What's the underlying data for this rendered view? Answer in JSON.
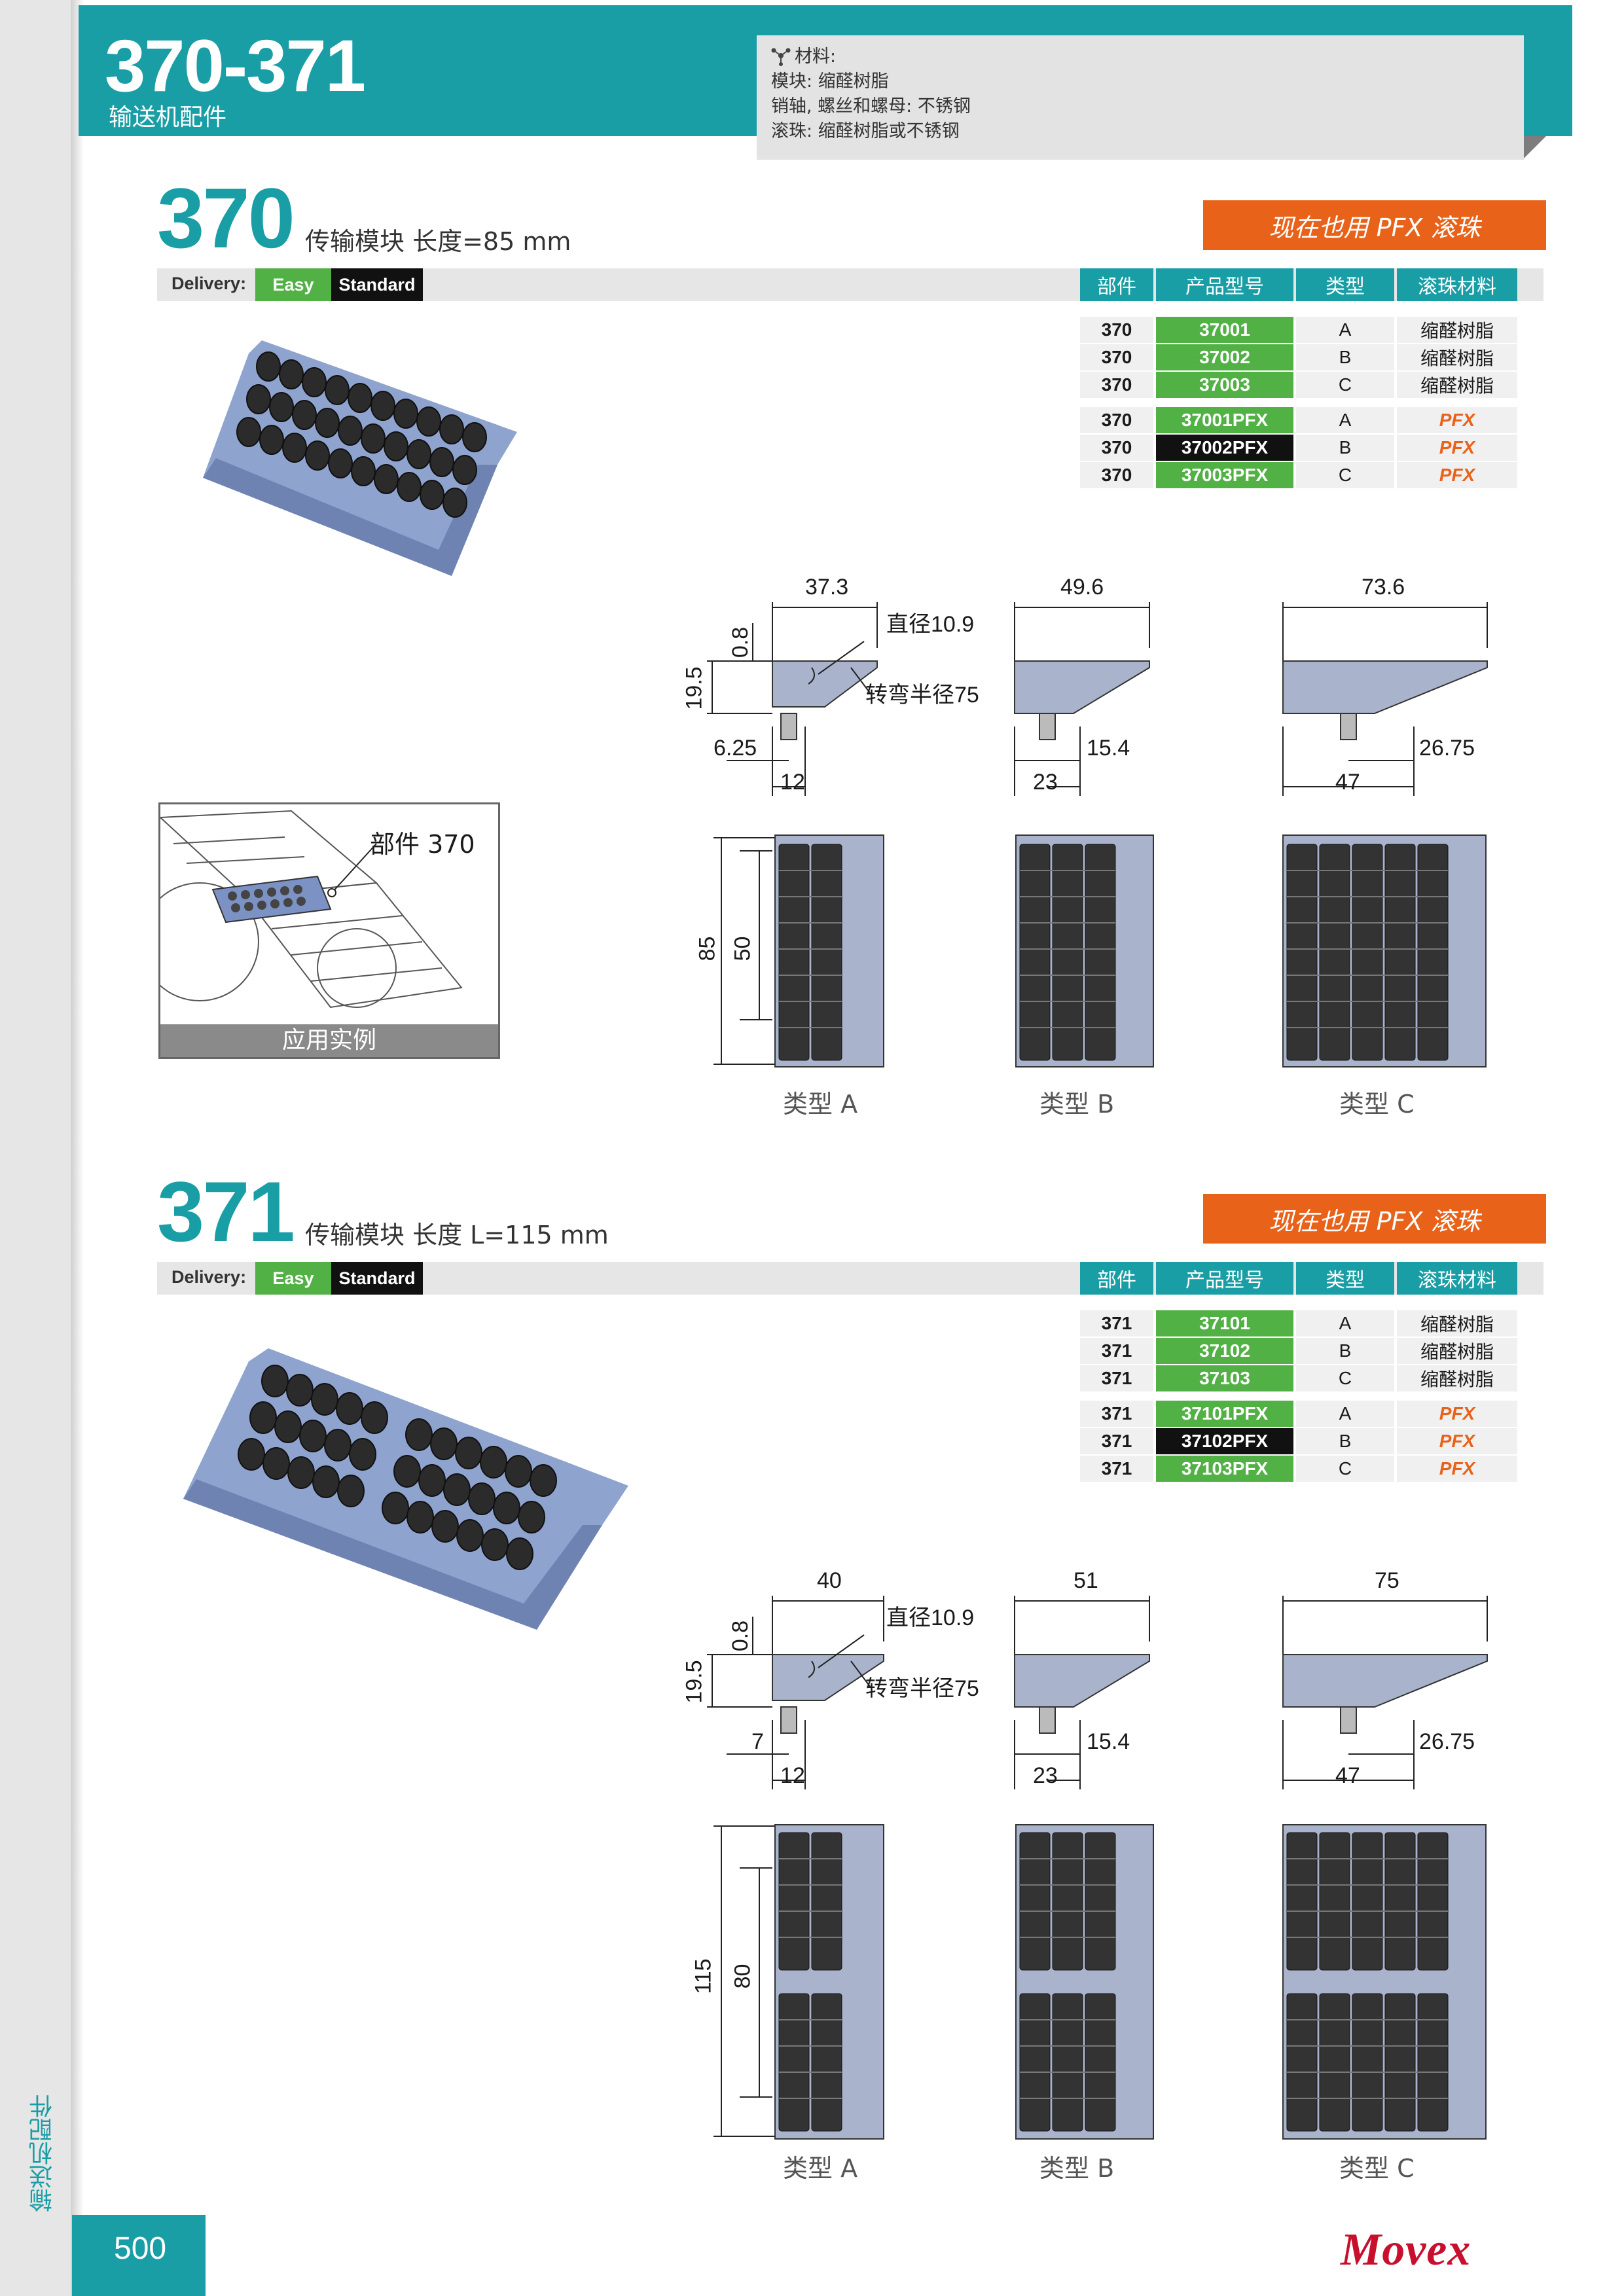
{
  "header": {
    "title": "370-371",
    "subtitle": "输送机配件",
    "materials": {
      "heading": "材料:",
      "lines": [
        "模块: 缩醛树脂",
        "销轴, 螺丝和螺母: 不锈钢",
        "滚珠: 缩醛树脂或不锈钢"
      ]
    }
  },
  "sections": [
    {
      "number": "370",
      "subtitle": "传输模块 长度=85 mm",
      "pfx_banner": "现在也用 PFX 滚珠",
      "delivery": {
        "label": "Delivery:",
        "easy": "Easy",
        "standard": "Standard"
      },
      "table": {
        "headers": [
          "部件",
          "产品型号",
          "类型",
          "滚珠材料"
        ],
        "rows": [
          {
            "part": "370",
            "code": "37001",
            "type": "A",
            "material": "缩醛树脂"
          },
          {
            "part": "370",
            "code": "37002",
            "type": "B",
            "material": "缩醛树脂"
          },
          {
            "part": "370",
            "code": "37003",
            "type": "C",
            "material": "缩醛树脂"
          },
          {
            "part": "370",
            "code": "37001PFX",
            "type": "A",
            "material": "PFX"
          },
          {
            "part": "370",
            "code": "37002PFX",
            "type": "B",
            "material": "PFX"
          },
          {
            "part": "370",
            "code": "37003PFX",
            "type": "C",
            "material": "PFX"
          }
        ]
      },
      "dims": {
        "a_width": "37.3",
        "b_width": "49.6",
        "c_width": "73.6",
        "top": "0.8",
        "height": "19.5",
        "diameter": "直径10.9",
        "radius": "转弯半径75",
        "a_offset": "6.25",
        "a_base": "12",
        "b_pin": "15.4",
        "b_base": "23",
        "c_pin": "26.75",
        "c_base": "47",
        "length": "85",
        "inner": "50"
      },
      "types": [
        "类型 A",
        "类型 B",
        "类型 C"
      ],
      "application": {
        "label": "部件 370",
        "caption": "应用实例"
      }
    },
    {
      "number": "371",
      "subtitle": "传输模块 长度 L=115 mm",
      "pfx_banner": "现在也用 PFX 滚珠",
      "delivery": {
        "label": "Delivery:",
        "easy": "Easy",
        "standard": "Standard"
      },
      "table": {
        "headers": [
          "部件",
          "产品型号",
          "类型",
          "滚珠材料"
        ],
        "rows": [
          {
            "part": "371",
            "code": "37101",
            "type": "A",
            "material": "缩醛树脂"
          },
          {
            "part": "371",
            "code": "37102",
            "type": "B",
            "material": "缩醛树脂"
          },
          {
            "part": "371",
            "code": "37103",
            "type": "C",
            "material": "缩醛树脂"
          },
          {
            "part": "371",
            "code": "37101PFX",
            "type": "A",
            "material": "PFX"
          },
          {
            "part": "371",
            "code": "37102PFX",
            "type": "B",
            "material": "PFX"
          },
          {
            "part": "371",
            "code": "37103PFX",
            "type": "C",
            "material": "PFX"
          }
        ]
      },
      "dims": {
        "a_width": "40",
        "b_width": "51",
        "c_width": "75",
        "top": "0.8",
        "height": "19.5",
        "diameter": "直径10.9",
        "radius": "转弯半径75",
        "a_offset": "7",
        "a_base": "12",
        "b_pin": "15.4",
        "b_base": "23",
        "c_pin": "26.75",
        "c_base": "47",
        "length": "115",
        "inner": "80"
      },
      "types": [
        "类型 A",
        "类型 B",
        "类型 C"
      ]
    }
  ],
  "footer": {
    "page_number": "500",
    "side_label": "输送机配件",
    "logo": "Movex"
  },
  "colors": {
    "teal": "#1a9ea6",
    "green": "#52b145",
    "orange": "#e8621a",
    "black": "#111111",
    "red": "#c8102e"
  }
}
